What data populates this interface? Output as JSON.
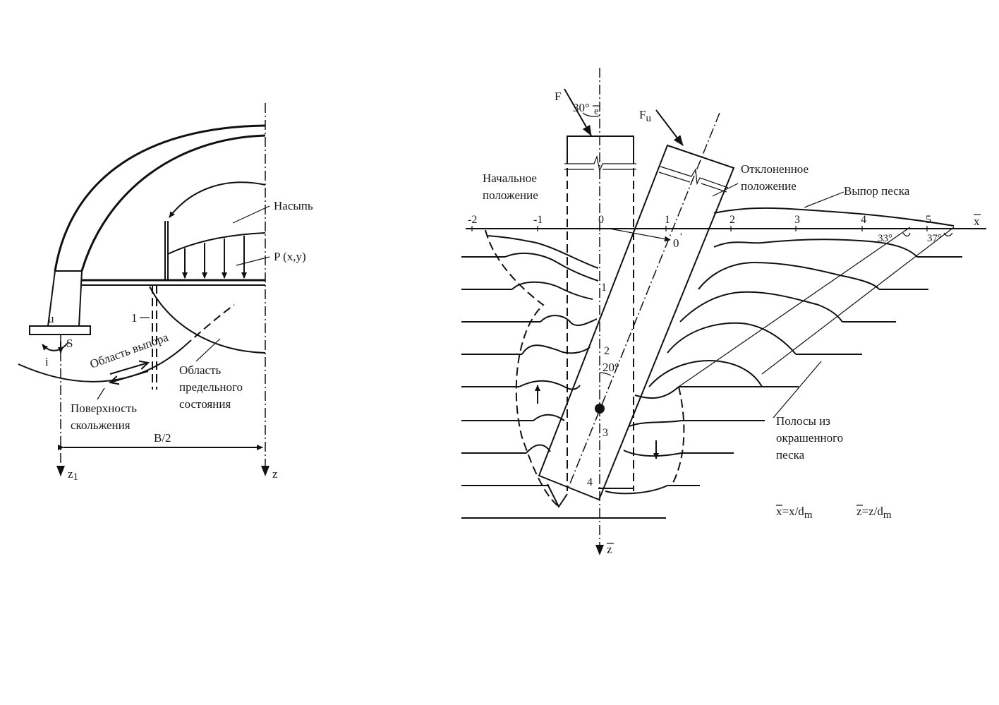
{
  "left_figure": {
    "label_embankment": "Насыпь",
    "label_load": "P (x,y)",
    "label_one": "1",
    "label_u": "u",
    "label_s": "S",
    "label_i": "i",
    "label_bulge_region": "Область выпора",
    "label_limit_region_1": "Область",
    "label_limit_region_2": "предельного",
    "label_limit_region_3": "состояния",
    "label_slip_1": "Поверхность",
    "label_slip_2": "скольжения",
    "label_half_width": "B/2",
    "label_axis_z1": "z",
    "label_axis_z1_sub": "1",
    "label_axis_z": "z"
  },
  "right_figure": {
    "label_force_f": "F",
    "label_angle_30": "30°",
    "label_e": "e",
    "label_force_fu": "F",
    "label_force_fu_sub": "u",
    "label_initial_1": "Начальное",
    "label_initial_2": "положение",
    "label_deflected_1": "Отклоненное",
    "label_deflected_2": "положение",
    "label_sand_bulge": "Выпор песка",
    "axis_x_label": "x",
    "axis_z_label": "z",
    "x_ticks": [
      "-2",
      "-1",
      "0",
      "1",
      "2",
      "3",
      "4",
      "5"
    ],
    "label_origin_prime": "0",
    "label_angle_33": "33°",
    "label_angle_37": "37°",
    "depth_marks": [
      "1",
      "2",
      "3",
      "4"
    ],
    "label_angle_20": "20°",
    "label_bands_1": "Полосы из",
    "label_bands_2": "окрашенного",
    "label_bands_3": "песка",
    "formula_x": "x=x/d",
    "formula_x_sub": "m",
    "formula_z": "z=z/d",
    "formula_z_sub": "m"
  }
}
